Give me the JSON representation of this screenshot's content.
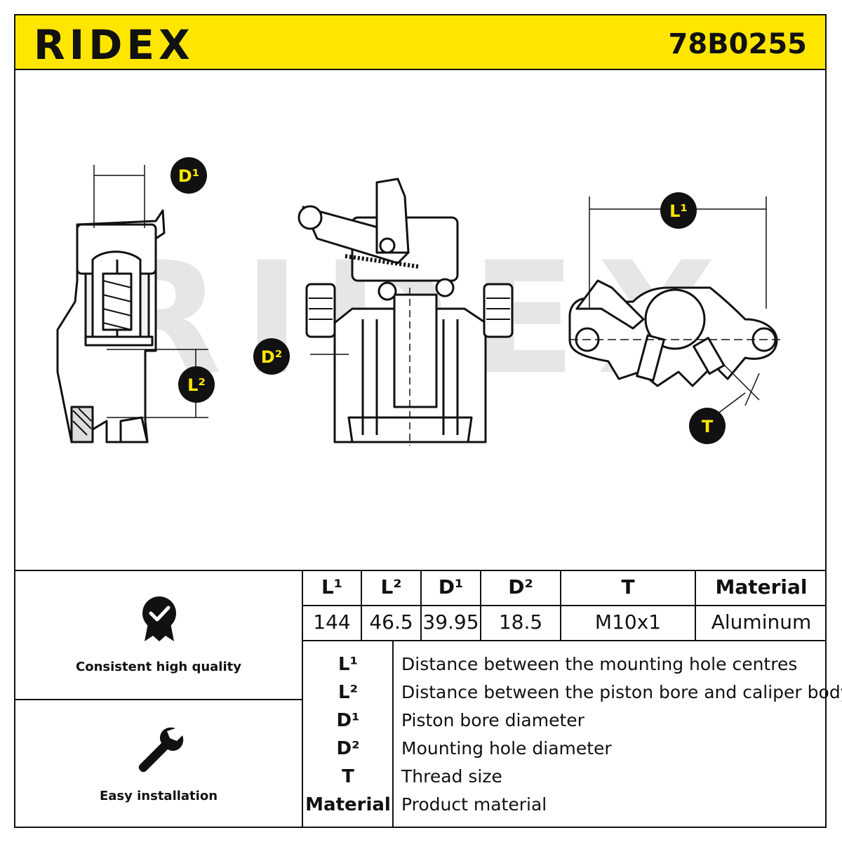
{
  "header": {
    "brand": "RIDEX",
    "part_number": "78B0255"
  },
  "drawing": {
    "watermark": "RIDEX",
    "badges": {
      "d1": "D¹",
      "d2": "D²",
      "l1": "L¹",
      "l2": "L²",
      "t": "T"
    }
  },
  "features": [
    {
      "label": "Consistent high quality",
      "icon": "quality-badge-icon"
    },
    {
      "label": "Easy installation",
      "icon": "wrench-icon"
    }
  ],
  "specs": {
    "headers": [
      "L¹",
      "L²",
      "D¹",
      "D²",
      "T",
      "Material"
    ],
    "values": [
      "144",
      "46.5",
      "39.95",
      "18.5",
      "M10x1",
      "Aluminum"
    ]
  },
  "legend": [
    {
      "key": "L¹",
      "desc": "Distance between the mounting hole centres"
    },
    {
      "key": "L²",
      "desc": "Distance between the piston bore and caliper body"
    },
    {
      "key": "D¹",
      "desc": "Piston bore diameter"
    },
    {
      "key": "D²",
      "desc": "Mounting hole diameter"
    },
    {
      "key": "T",
      "desc": "Thread size"
    },
    {
      "key": "Material",
      "desc": "Product material"
    }
  ],
  "colors": {
    "header_bg": "#ffe600",
    "ink": "#111111",
    "watermark": "#e6e6e6",
    "badge_text": "#ffe600"
  }
}
